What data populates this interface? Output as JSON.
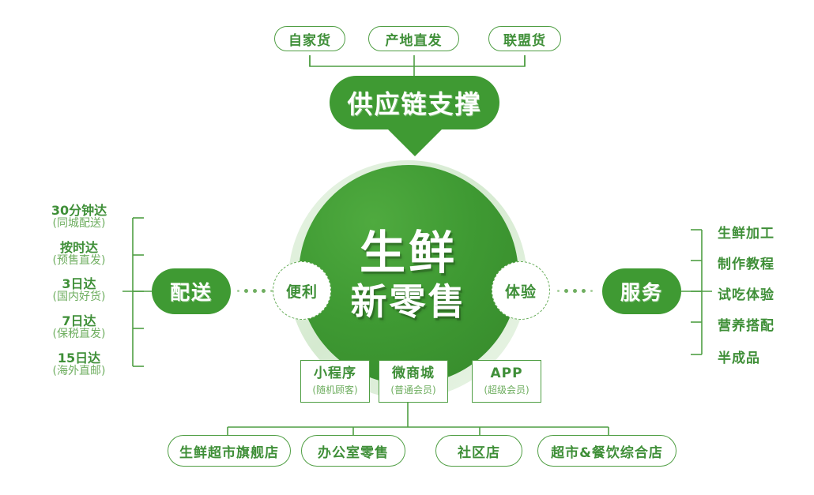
{
  "diagram": {
    "center": {
      "line1": "生鲜",
      "line2": "新零售"
    },
    "supply_chain": {
      "label": "供应链支撑",
      "sources": [
        {
          "label": "自家货"
        },
        {
          "label": "产地直发"
        },
        {
          "label": "联盟货"
        }
      ]
    },
    "nodes": {
      "left_node": "便利",
      "right_node": "体验"
    },
    "left_branch": {
      "pill": "配送",
      "items": [
        {
          "title": "30分钟达",
          "sub": "(同城配送)"
        },
        {
          "title": "按时达",
          "sub": "(预售直发)"
        },
        {
          "title": "3日达",
          "sub": "(国内好货)"
        },
        {
          "title": "7日达",
          "sub": "(保税直发)"
        },
        {
          "title": "15日达",
          "sub": "(海外直邮)"
        }
      ]
    },
    "right_branch": {
      "pill": "服务",
      "items": [
        {
          "title": "生鲜加工"
        },
        {
          "title": "制作教程"
        },
        {
          "title": "试吃体验"
        },
        {
          "title": "营养搭配"
        },
        {
          "title": "半成品"
        }
      ]
    },
    "channels": [
      {
        "title": "小程序",
        "sub": "(随机顾客)"
      },
      {
        "title": "微商城",
        "sub": "(普通会员)"
      },
      {
        "title": "APP",
        "sub": "(超级会员)"
      }
    ],
    "stores": [
      {
        "label": "生鲜超市旗舰店"
      },
      {
        "label": "办公室零售"
      },
      {
        "label": "社区店"
      },
      {
        "label": "超市&餐饮综合店"
      }
    ],
    "colors": {
      "primary_green": "#3f9a33",
      "light_green": "#d5ead0",
      "line_green": "#4f9e43",
      "text_green": "#3f8f38",
      "sub_green": "#6fae60"
    }
  }
}
